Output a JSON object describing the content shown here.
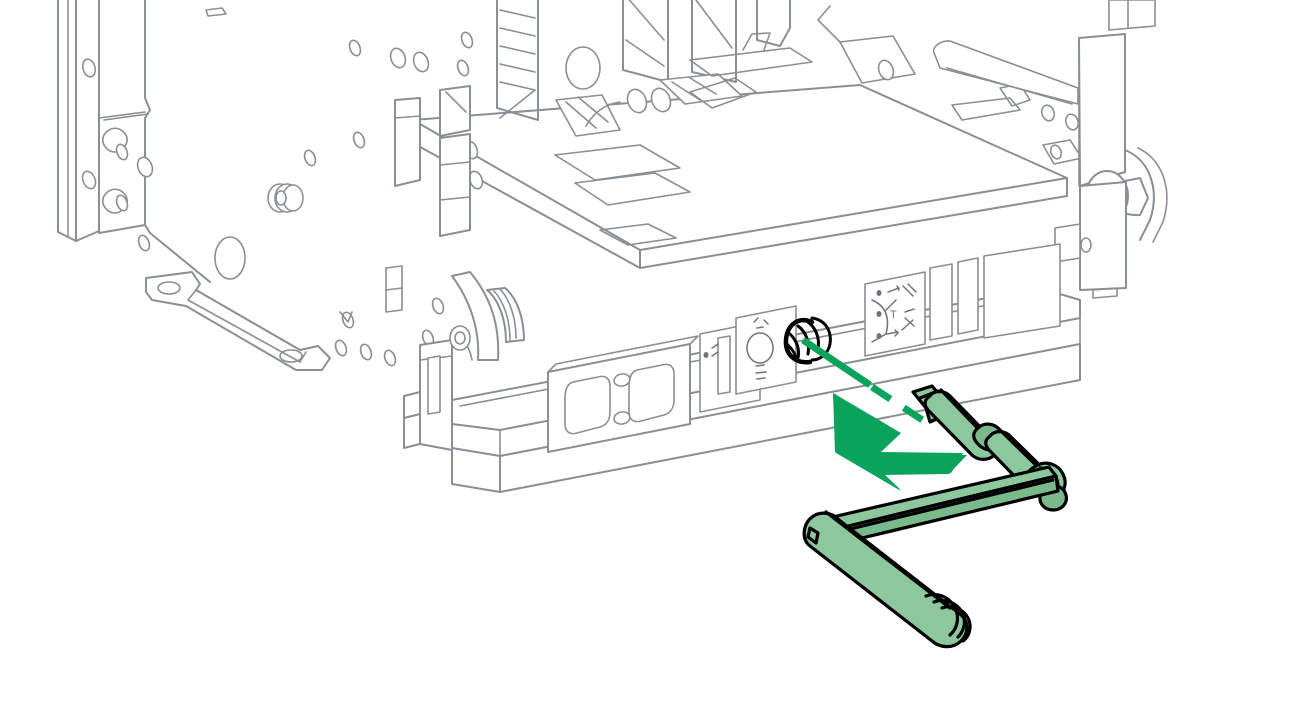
{
  "document": {
    "type": "technical-service-illustration",
    "title": "",
    "subject": "Machine chassis with crank handle insertion step",
    "background_color": "#ffffff"
  },
  "colors": {
    "line_art_gray": "#8a8f96",
    "line_art_gray_light": "#a9aeb5",
    "highlight_green": "#0aa35c",
    "tool_fill_green": "#8cc79d",
    "tool_fill_green_dark": "#79b98c",
    "outline_black": "#000000",
    "paper_white": "#ffffff"
  },
  "scene": {
    "machine": {
      "name": "machine-chassis",
      "description": "Isometric line drawing of a lower machine frame with side panel, mounting bracket, control plate and label icons",
      "parts": [
        {
          "name": "left-vertical-post",
          "label": ""
        },
        {
          "name": "left-side-panel",
          "label": ""
        },
        {
          "name": "mounting-foot-bracket",
          "label": ""
        },
        {
          "name": "lower-front-rail",
          "label": ""
        },
        {
          "name": "upper-deck-assembly",
          "label": ""
        },
        {
          "name": "right-hinge-assembly",
          "label": ""
        },
        {
          "name": "control-plate",
          "label": ""
        }
      ]
    },
    "socket": {
      "name": "crank-socket-port",
      "label": "",
      "description": "Black circular socket on the front rail where the crank handle is inserted"
    },
    "label_plates": [
      {
        "name": "label-plate-rating",
        "text": ""
      },
      {
        "name": "label-plate-valve",
        "text": ""
      },
      {
        "name": "label-plate-diagram",
        "text": "T"
      }
    ],
    "tool": {
      "name": "crank-handle",
      "label": "",
      "description": "Green L-shaped crank handle with knurled grip and square drive tip",
      "segments": [
        {
          "name": "drive-tip",
          "label": ""
        },
        {
          "name": "shaft-upper",
          "label": ""
        },
        {
          "name": "shaft-lower",
          "label": ""
        },
        {
          "name": "elbow-joint",
          "label": ""
        },
        {
          "name": "cross-arm",
          "label": ""
        },
        {
          "name": "grip-handle",
          "label": ""
        }
      ]
    },
    "annotations": {
      "insertion_arrow": {
        "name": "insertion-direction-arrow",
        "label": "",
        "direction": "up-left",
        "color": "#0aa35c"
      },
      "alignment_line": {
        "name": "alignment-guide-line",
        "label": "",
        "style": "dashed-then-solid",
        "color": "#0aa35c"
      }
    }
  },
  "chart_data": null
}
